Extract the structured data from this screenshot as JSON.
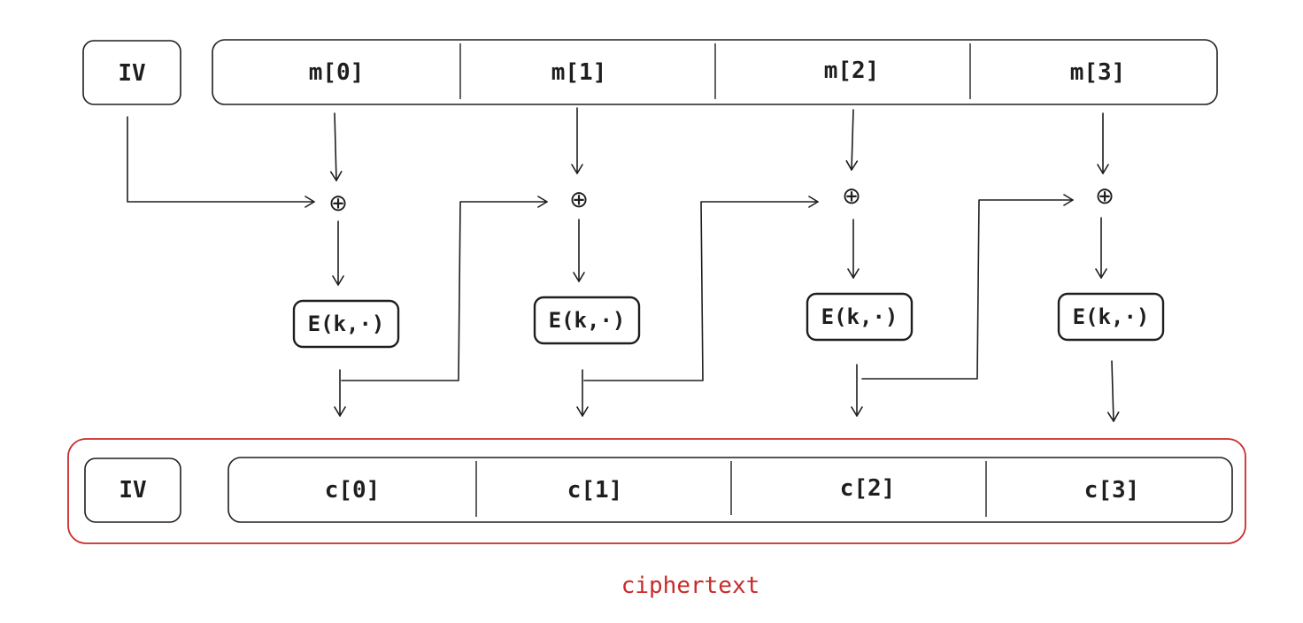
{
  "plaintext": {
    "iv_label": "IV",
    "blocks": [
      "m[0]",
      "m[1]",
      "m[2]",
      "m[3]"
    ]
  },
  "operations": {
    "xor_symbol": "⊕",
    "encrypt_label": "E(k,·)"
  },
  "ciphertext": {
    "iv_label": "IV",
    "blocks": [
      "c[0]",
      "c[1]",
      "c[2]",
      "c[3]"
    ],
    "caption": "ciphertext",
    "frame_color": "#c92a2a"
  },
  "icons": {
    "xor": "xor-circle-icon",
    "arrow": "arrow-down-icon"
  }
}
